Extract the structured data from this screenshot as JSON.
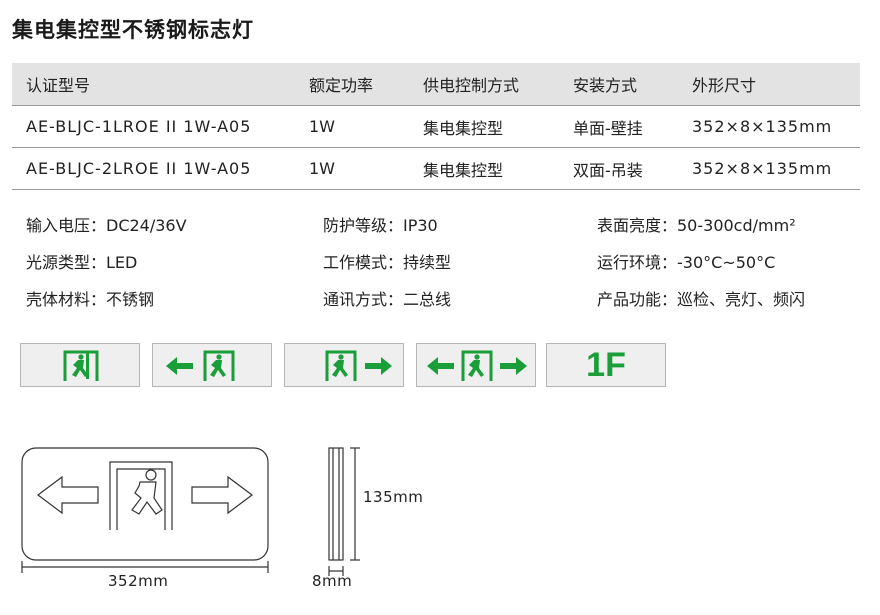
{
  "title": "集电集控型不锈钢标志灯",
  "table": {
    "headers": [
      "认证型号",
      "额定功率",
      "供电控制方式",
      "安装方式",
      "外形尺寸"
    ],
    "rows": [
      [
        "AE-BLJC-1LROE II 1W-A05",
        "1W",
        "集电集控型",
        "单面-壁挂",
        "352×8×135mm"
      ],
      [
        "AE-BLJC-2LROE II 1W-A05",
        "1W",
        "集电集控型",
        "双面-吊装",
        "352×8×135mm"
      ]
    ]
  },
  "specs": [
    [
      "输入电压：DC24/36V",
      "防护等级：IP30",
      "表面亮度：50-300cd/mm²"
    ],
    [
      "光源类型：LED",
      "工作模式：持续型",
      "运行环境：-30°C~50°C"
    ],
    [
      "壳体材料：不锈钢",
      "通讯方式：二总线",
      "产品功能：巡检、亮灯、频闪"
    ]
  ],
  "signs": [
    {
      "type": "exit-icon"
    },
    {
      "type": "left-arrow-exit"
    },
    {
      "type": "exit-right-arrow"
    },
    {
      "type": "both-arrows-exit"
    },
    {
      "type": "floor",
      "text": "1F"
    }
  ],
  "sign_color": "#1a9e3a",
  "drawing": {
    "width_label": "352mm",
    "height_label": "135mm",
    "depth_label": "8mm"
  }
}
